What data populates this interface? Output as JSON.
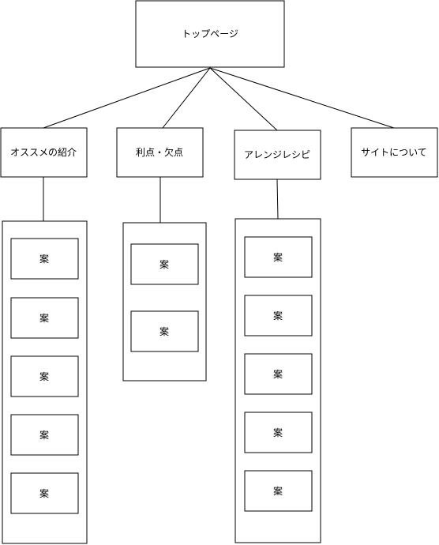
{
  "diagram": {
    "root": {
      "label": "トップページ"
    },
    "categories": [
      {
        "label": "オススメの紹介",
        "items": [
          "案",
          "案",
          "案",
          "案",
          "案"
        ]
      },
      {
        "label": "利点・欠点",
        "items": [
          "案",
          "案"
        ]
      },
      {
        "label": "アレンジレシピ",
        "items": [
          "案",
          "案",
          "案",
          "案",
          "案"
        ]
      },
      {
        "label": "サイトについて",
        "items": []
      }
    ]
  }
}
